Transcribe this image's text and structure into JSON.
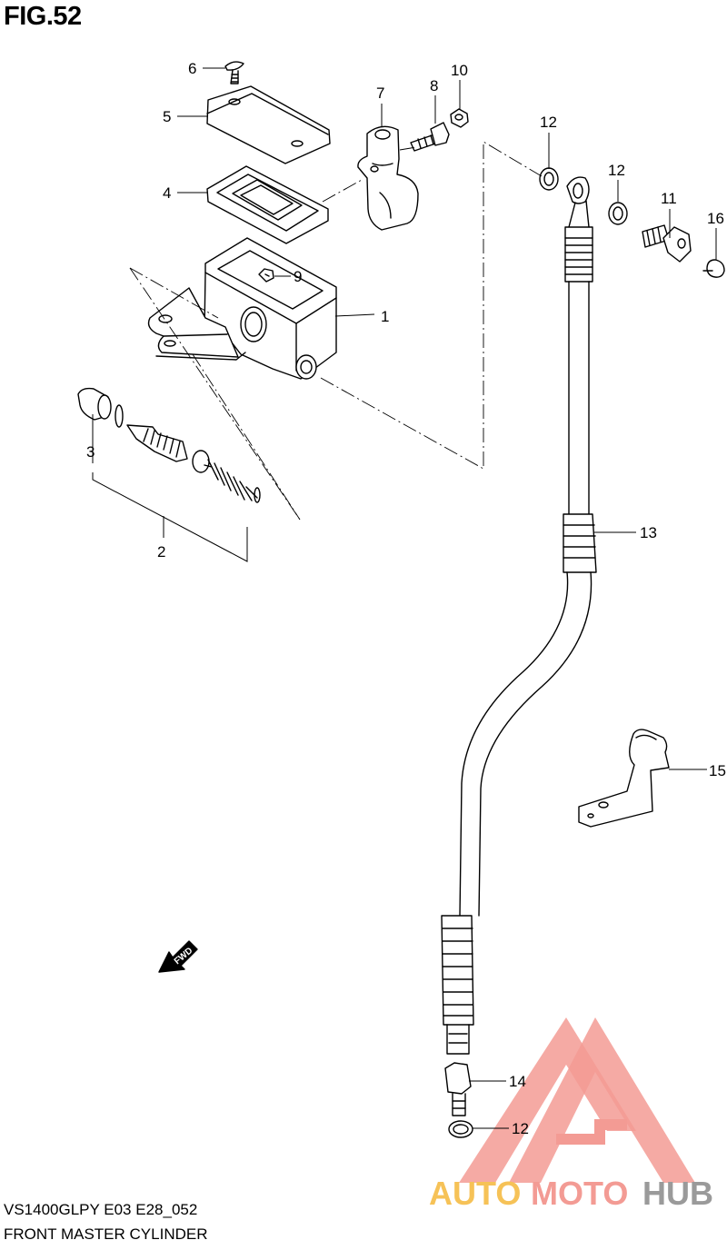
{
  "figure_label": "FIG.52",
  "parts": [
    {
      "number": "1"
    },
    {
      "number": "2"
    },
    {
      "number": "3"
    },
    {
      "number": "4"
    },
    {
      "number": "5"
    },
    {
      "number": "6"
    },
    {
      "number": "7"
    },
    {
      "number": "8"
    },
    {
      "number": "9"
    },
    {
      "number": "10"
    },
    {
      "number": "11"
    },
    {
      "number": "12"
    },
    {
      "number": "12"
    },
    {
      "number": "12"
    },
    {
      "number": "13"
    },
    {
      "number": "14"
    },
    {
      "number": "15"
    },
    {
      "number": "16"
    }
  ],
  "direction_arrow": "FWD",
  "footer": {
    "model_code": "VS1400GLPY E03 E28_052",
    "section_name": "FRONT MASTER CYLINDER"
  },
  "watermark": {
    "brand_part1": "AUTO",
    "brand_part2": "MOTO",
    "brand_part3": "HUB",
    "colors": {
      "triangle": "#f39b94",
      "auto": "#f6c257",
      "moto": "#f39b94",
      "hub": "#9a9a9a"
    }
  }
}
